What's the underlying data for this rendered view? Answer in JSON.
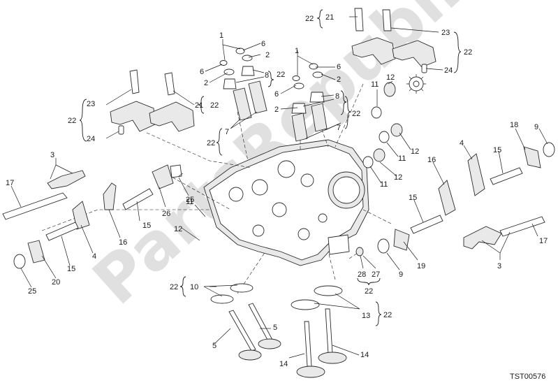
{
  "drawing_code": "TST00576",
  "watermark": "PartsRepublik",
  "callouts": {
    "c1a": "1",
    "c6a": "6",
    "c2a": "2",
    "c6b": "6",
    "c2b": "2",
    "c8a": "8",
    "c22a": "22",
    "c1b": "1",
    "c6c": "6",
    "c2c": "2",
    "c6d": "6",
    "c2d": "2",
    "c8b": "8",
    "c23a": "23",
    "c22b": "22",
    "c24a": "24",
    "c21a": "21",
    "c22c": "22",
    "c21b": "21",
    "c22d": "22",
    "c23b": "23",
    "c22e": "22",
    "c24b": "24",
    "c7a": "7",
    "c22f": "22",
    "c7b": "7",
    "c22g": "22",
    "c12a": "12",
    "c11a": "11",
    "c11b": "11",
    "c12b": "12",
    "c11c": "11",
    "c12c": "12",
    "c3a": "3",
    "c17a": "17",
    "c25a": "25",
    "c26": "26",
    "c15a": "15",
    "c16a": "16",
    "c12d": "12",
    "c11d": "11",
    "c4a": "4",
    "c15b": "15",
    "c20": "20",
    "c25b": "25",
    "c18": "18",
    "c9a": "9",
    "c4b": "4",
    "c15c": "15",
    "c16b": "16",
    "c15d": "15",
    "c17b": "17",
    "c3b": "3",
    "c19": "19",
    "c9b": "9",
    "c28": "28",
    "c27": "27",
    "c22h": "22",
    "c10": "10",
    "c22i": "22",
    "c13": "13",
    "c22j": "22",
    "c5a": "5",
    "c5b": "5",
    "c14a": "14",
    "c14b": "14"
  }
}
